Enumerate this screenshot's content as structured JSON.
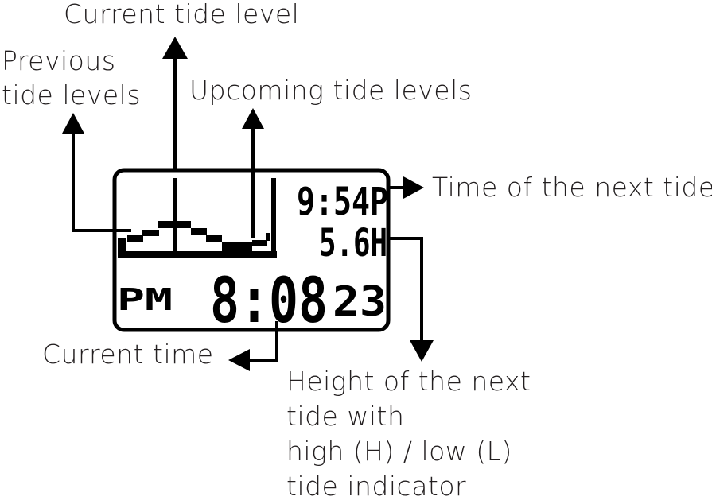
{
  "labels": {
    "current_tide_level": "Current tide level",
    "previous_tide_levels": [
      "Previous",
      "tide levels"
    ],
    "upcoming_tide_levels": "Upcoming tide levels",
    "time_of_next_tide": "Time of the next tide",
    "current_time": "Current time",
    "height_of_next_tide": [
      "Height of the next",
      "tide with",
      "high (H) / low (L)",
      "tide indicator"
    ]
  },
  "display": {
    "next_tide_time": "9:54P",
    "next_tide_height": "5.6H",
    "am_pm": "PM",
    "time_hm": "8:08",
    "seconds": "23"
  },
  "colors": {
    "ink": "#000000",
    "label_text": "#231f20",
    "background": "#ffffff"
  }
}
